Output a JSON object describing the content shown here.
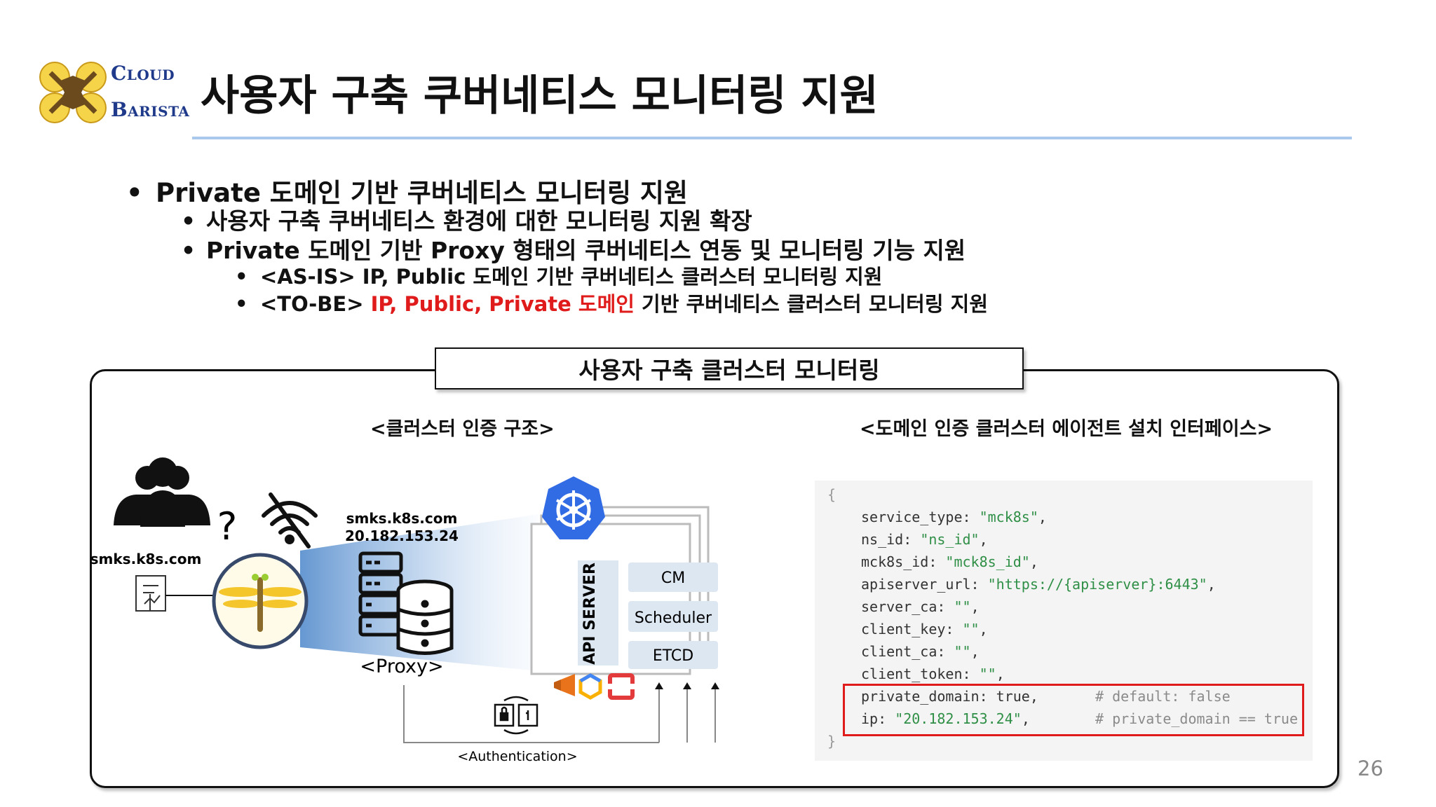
{
  "header": {
    "logo_line1": "Cloud",
    "logo_line2": "Barista",
    "title": "사용자 구축 쿠버네티스 모니터링 지원"
  },
  "bullets": {
    "b1": "Private 도메인 기반 쿠버네티스 모니터링 지원",
    "b2": "사용자 구축 쿠버네티스 환경에 대한 모니터링 지원 확장",
    "b3": "Private 도메인 기반 Proxy 형태의 쿠버네티스 연동 및 모니터링 기능 지원",
    "b4": "<AS-IS> IP, Public 도메인 기반 쿠버네티스 클러스터 모니터링 지원",
    "b5_prefix": "<TO-BE> ",
    "b5_highlight": "IP, Public, Private 도메인",
    "b5_suffix": " 기반 쿠버네티스 클러스터 모니터링 지원"
  },
  "panel": {
    "title": "사용자 구축 클러스터 모니터링",
    "left_subtitle": "<클러스터 인증 구조>",
    "right_subtitle": "<도메인 인증 클러스터 에이전트 설치 인터페이스>"
  },
  "diagram": {
    "user_domain": "smks.k8s.com",
    "question_mark": "?",
    "proxy_domain": "smks.k8s.com",
    "proxy_ip": "20.182.153.24",
    "proxy_label": "<Proxy>",
    "api_server_label": "API SERVER",
    "cm_label": "CM",
    "scheduler_label": "Scheduler",
    "etcd_label": "ETCD",
    "auth_label": "<Authentication>",
    "colors": {
      "kubernetes_blue": "#326ce5",
      "aws_orange": "#e8731b",
      "gcp_yellow": "#f9b000",
      "red_cloud": "#e33b3b"
    }
  },
  "code": {
    "open": "{",
    "close": "}",
    "lines": [
      {
        "key": "service_type",
        "value": "\"mck8s\""
      },
      {
        "key": "ns_id",
        "value": "\"ns_id\""
      },
      {
        "key": "mck8s_id",
        "value": "\"mck8s_id\""
      },
      {
        "key": "apiserver_url",
        "value": "\"https://{apiserver}:6443\""
      },
      {
        "key": "server_ca",
        "value": "\"\""
      },
      {
        "key": "client_key",
        "value": "\"\""
      },
      {
        "key": "client_ca",
        "value": "\"\""
      },
      {
        "key": "client_token",
        "value": "\"\""
      },
      {
        "key": "private_domain",
        "value": "true",
        "comment": "# default: false"
      },
      {
        "key": "ip",
        "value": "\"20.182.153.24\"",
        "comment": "# private_domain == true"
      }
    ]
  },
  "page_number": "26"
}
